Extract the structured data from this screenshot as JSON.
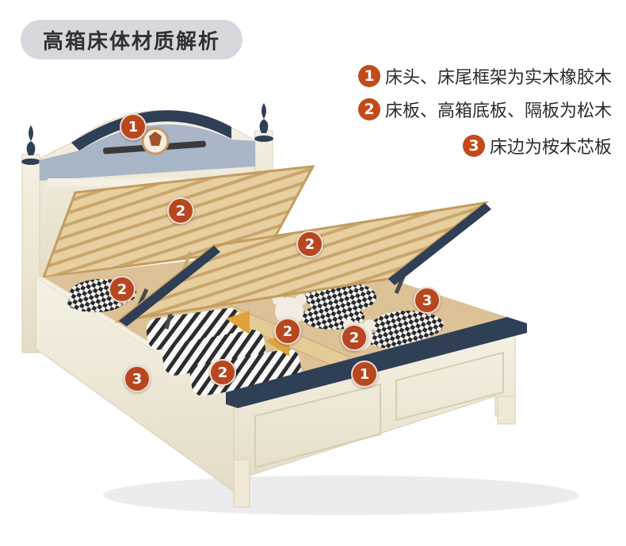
{
  "title": "高箱床体材质解析",
  "legend": [
    {
      "num": "1",
      "text": "床头、床尾框架为实木橡胶木"
    },
    {
      "num": "2",
      "text": "床板、高箱底板、隔板为松木"
    },
    {
      "num": "3",
      "text": "床边为桉木芯板"
    }
  ],
  "markers": {
    "headboard": "1",
    "footboard": "1",
    "back_slat": "2",
    "front_slat": "2",
    "left_base": "2",
    "divider_a": "2",
    "divider_b": "2",
    "center_base": "2",
    "side_rail": "3",
    "right_rail": "3"
  },
  "colors": {
    "marker": "#b8461f",
    "navy_trim": "#2f3f55",
    "cream_panel": "#efe8d6",
    "pine": "#e8cfa0"
  }
}
